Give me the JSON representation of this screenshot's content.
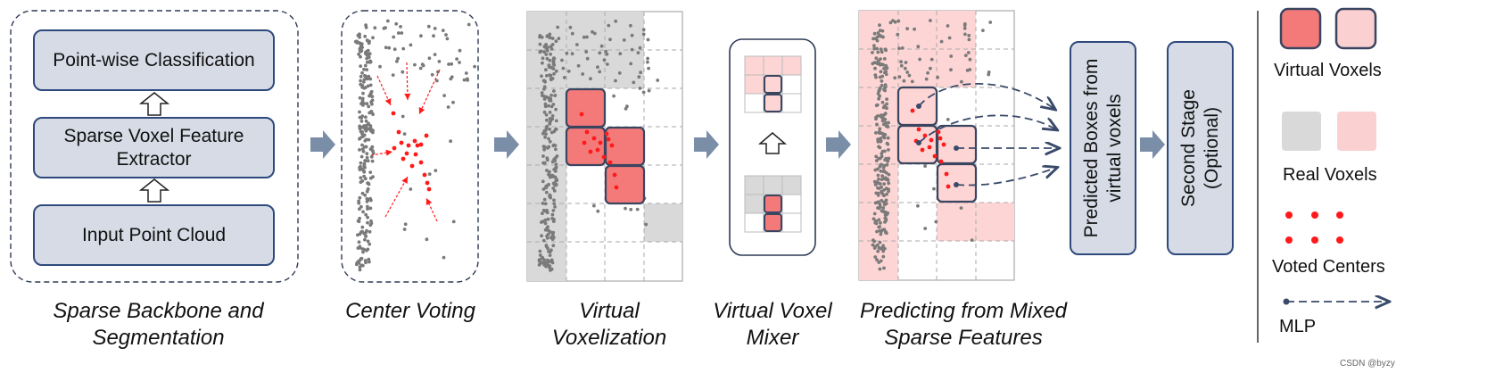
{
  "backbone": {
    "cls": "Point-wise Classification",
    "extractor": "Sparse Voxel Feature\nExtractor",
    "input": "Input Point Cloud"
  },
  "boxes": {
    "predicted": "Predicted Boxes from\nvirtual voxels",
    "second": "Second Stage\n(Optional)"
  },
  "captions": {
    "c1": "Sparse Backbone and\nSegmentation",
    "c2": "Center Voting",
    "c3": "Virtual\nVoxelization",
    "c4": "Virtual Voxel\nMixer",
    "c5": "Predicting from Mixed\nSparse Features"
  },
  "legend": {
    "virtual": "Virtual Voxels",
    "real": "Real Voxels",
    "voted": "Voted Centers",
    "mlp": "MLP"
  },
  "watermark": "CSDN @byzy",
  "colors": {
    "virtual_fill": "#f47a7a",
    "virtual_fill_light": "#f9c9c9",
    "real_fill": "#d9d9d9",
    "real_fill_light": "#fdd5d5",
    "center": "#ff1a1a",
    "accent": "#2e4a7d",
    "arrow": "#7b8ea8"
  }
}
